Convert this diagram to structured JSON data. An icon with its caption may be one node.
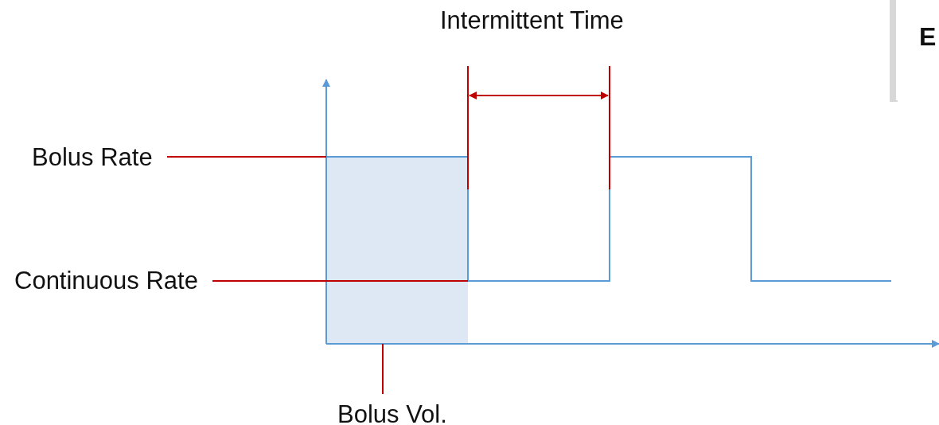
{
  "diagram": {
    "nodes": [
      {
        "text": [
          "Bolus Rate"
        ]
      },
      {
        "text": [
          "Continuous Rate"
        ]
      },
      {
        "text": [
          "Bolus Vol."
        ]
      },
      {
        "text": [],
        "shape": "box"
      }
    ],
    "edges": [
      {
        "from": 0,
        "to": 3,
        "arrow": "none",
        "color": "#c00000"
      },
      {
        "from": 1,
        "to": 3,
        "arrow": "none",
        "color": "#c00000"
      },
      {
        "from": 2,
        "to": 3,
        "arrow": "none",
        "color": "#c00000"
      }
    ],
    "labels": [
      "Intermittent Time",
      "E"
    ]
  }
}
